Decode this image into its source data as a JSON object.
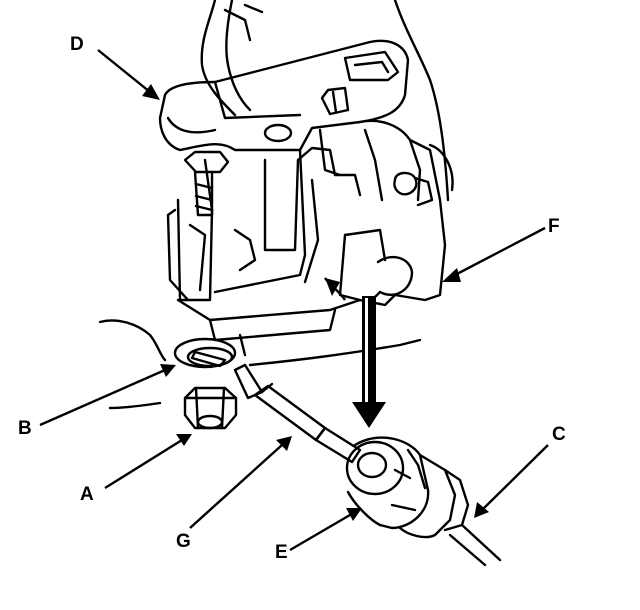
{
  "callouts": {
    "A": "A",
    "B": "B",
    "C": "C",
    "D": "D",
    "E": "E",
    "F": "F",
    "G": "G"
  },
  "colors": {
    "line": "#000000",
    "background": "#ffffff"
  }
}
